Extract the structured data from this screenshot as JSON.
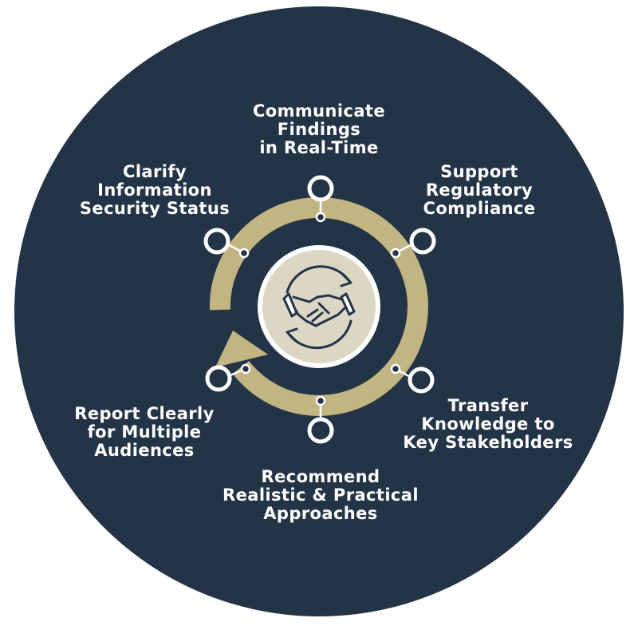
{
  "colors": {
    "background_circle": "#233447",
    "ring": "#c2b582",
    "center_fill": "#dcd6c5",
    "center_border": "#ffffff",
    "connector": "#ffffff",
    "text": "#ffffff",
    "icon_stroke": "#233447"
  },
  "center": {
    "icon": "handshake-with-cycle-arrows-icon"
  },
  "items": [
    {
      "id": "communicate",
      "lines": [
        "Communicate",
        "Findings",
        "in Real-Time"
      ]
    },
    {
      "id": "support",
      "lines": [
        "Support",
        "Regulatory",
        "Compliance"
      ]
    },
    {
      "id": "transfer",
      "lines": [
        "Transfer",
        "Knowledge to",
        "Key Stakeholders"
      ]
    },
    {
      "id": "recommend",
      "lines": [
        "Recommend",
        "Realistic & Practical",
        "Approaches"
      ]
    },
    {
      "id": "report",
      "lines": [
        "Report Clearly",
        "for Multiple",
        "Audiences"
      ]
    },
    {
      "id": "clarify",
      "lines": [
        "Clarify",
        "Information",
        "Security Status"
      ]
    }
  ]
}
